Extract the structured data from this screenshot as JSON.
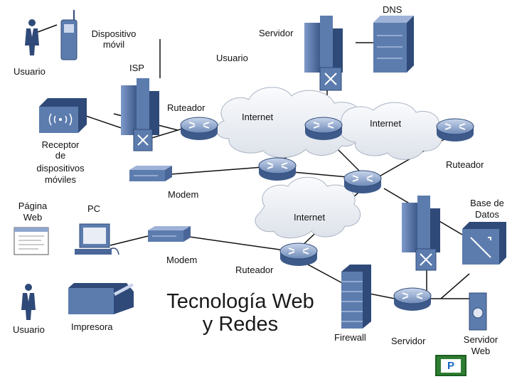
{
  "title": {
    "line1": "Tecnología Web",
    "line2": "y Redes"
  },
  "labels": {
    "dns": "DNS",
    "dispositivo_movil_1": "Dispositivo",
    "dispositivo_movil_2": "móvil",
    "servidor_top": "Servidor",
    "usuario_top_right": "Usuario",
    "isp": "ISP",
    "usuario_top_left": "Usuario",
    "ruteador_isp": "Ruteador",
    "internet_1": "Internet",
    "internet_2": "Internet",
    "receptor_1": "Receptor",
    "receptor_2": "de",
    "receptor_3": "dispositivos",
    "receptor_4": "móviles",
    "ruteador_right": "Ruteador",
    "modem_1": "Modem",
    "pagina_web_1": "Página",
    "pagina_web_2": "Web",
    "pc": "PC",
    "base_datos_1": "Base de",
    "base_datos_2": "Datos",
    "internet_3": "Internet",
    "modem_2": "Modem",
    "ruteador_bottom": "Ruteador",
    "usuario_bottom": "Usuario",
    "impresora": "Impresora",
    "firewall": "Firewall",
    "servidor_bottom": "Servidor",
    "servidor_web_1": "Servidor",
    "servidor_web_2": "Web"
  },
  "colors": {
    "device_blue": "#5c7cae",
    "device_dark": "#2f4a78",
    "device_light": "#b8c8e4",
    "cloud_fill": "#eef0f4",
    "line": "#111111",
    "logo_green": "#2e7d32"
  },
  "logo_text": "P"
}
